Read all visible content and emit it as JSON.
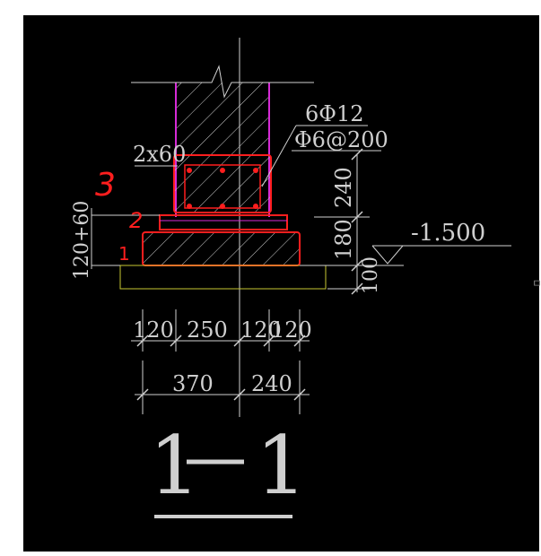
{
  "drawing": {
    "section_title": "1-1",
    "section_title_left": "1",
    "section_title_right": "1",
    "rebar_main": "6Φ12",
    "rebar_stirrup": "Φ6@200",
    "step_note": "2x60",
    "left_note": "120+60",
    "elevation": "-1.500",
    "edge_glyph": "ㅁ",
    "markers": [
      "3",
      "2",
      "1"
    ],
    "vertical_dims": [
      "240",
      "180",
      "100"
    ],
    "horizontal_dims_row1": [
      "120",
      "250",
      "120",
      "120"
    ],
    "horizontal_dims_row2": [
      "370",
      "240"
    ]
  },
  "colors": {
    "background": "#000000",
    "frame": "#ffffff",
    "drafting_lines": "#cfcfcf",
    "wall_edges": "#d62bd6",
    "markup": "#ff1e1e",
    "cushion": "#c8c832",
    "title_line": "#cfcfcf"
  }
}
